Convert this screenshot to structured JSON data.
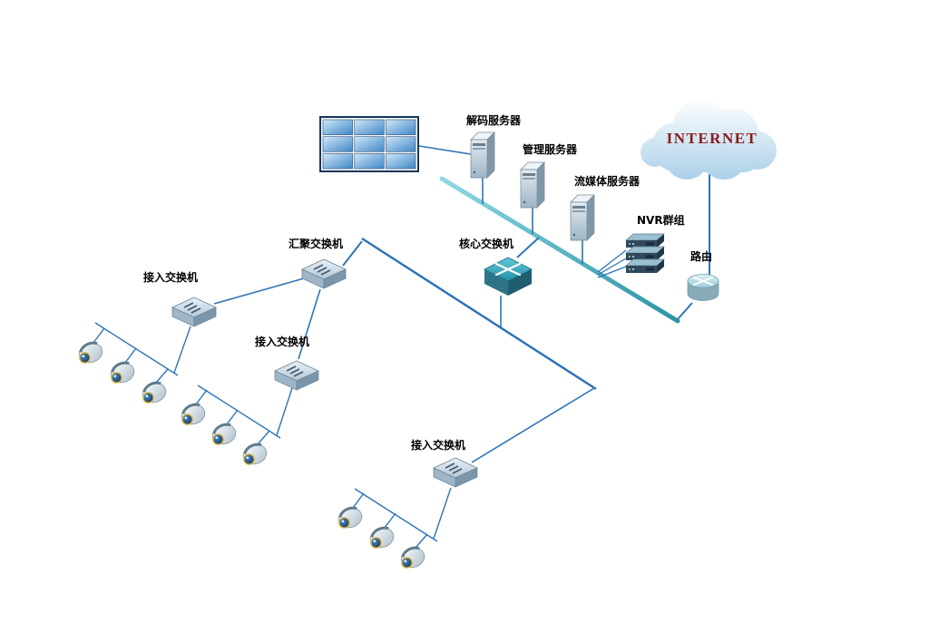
{
  "diagram": {
    "background": "#ffffff",
    "internet": {
      "label": "INTERNET",
      "text_color": "#8b1c1c",
      "icon": "cloud-icon"
    },
    "labels": {
      "router": "路由",
      "nvr": "NVR群组",
      "stream_server": "流媒体服务器",
      "mgmt_server": "管理服务器",
      "decoder_server": "解码服务器",
      "core_switch": "核心交换机",
      "agg_switch": "汇聚交换机",
      "access_switch_1": "接入交换机",
      "access_switch_2": "接入交换机",
      "access_switch_3": "接入交换机"
    },
    "icons": {
      "internet": "cloud-icon",
      "router": "router-icon",
      "nvr": "nvr-stack-icon",
      "servers": "server-tower-icon",
      "tv_wall": "video-wall-icon",
      "switches": "ethernet-switch-icon",
      "core_switch": "core-switch-icon",
      "cameras": "dome-camera-icon"
    },
    "colors": {
      "backbone": "#45aec0",
      "link": "#2e75b6",
      "screen_blue": "#4a90c8",
      "internet_text": "#8b1c1c"
    },
    "counts": {
      "cameras": 9,
      "access_switches": 3,
      "servers": 3,
      "nvr_units": 3
    },
    "edges": [
      {
        "from": "internet",
        "to": "router"
      },
      {
        "from": "router",
        "to": "backbone"
      },
      {
        "from": "nvr",
        "to": "backbone"
      },
      {
        "from": "stream_server",
        "to": "backbone"
      },
      {
        "from": "mgmt_server",
        "to": "backbone"
      },
      {
        "from": "decoder_server",
        "to": "backbone"
      },
      {
        "from": "decoder_server",
        "to": "tv_wall"
      },
      {
        "from": "core_switch",
        "to": "backbone"
      },
      {
        "from": "core_switch",
        "to": "distribution"
      },
      {
        "from": "agg_switch",
        "to": "distribution"
      },
      {
        "from": "access_switch_3",
        "to": "distribution"
      },
      {
        "from": "access_switch_1",
        "to": "agg_switch"
      },
      {
        "from": "access_switch_2",
        "to": "agg_switch"
      },
      {
        "from": "camera_1",
        "to": "access_switch_1"
      },
      {
        "from": "camera_2",
        "to": "access_switch_1"
      },
      {
        "from": "camera_3",
        "to": "access_switch_1"
      },
      {
        "from": "camera_4",
        "to": "access_switch_2"
      },
      {
        "from": "camera_5",
        "to": "access_switch_2"
      },
      {
        "from": "camera_6",
        "to": "access_switch_2"
      },
      {
        "from": "camera_7",
        "to": "access_switch_3"
      },
      {
        "from": "camera_8",
        "to": "access_switch_3"
      },
      {
        "from": "camera_9",
        "to": "access_switch_3"
      }
    ]
  }
}
